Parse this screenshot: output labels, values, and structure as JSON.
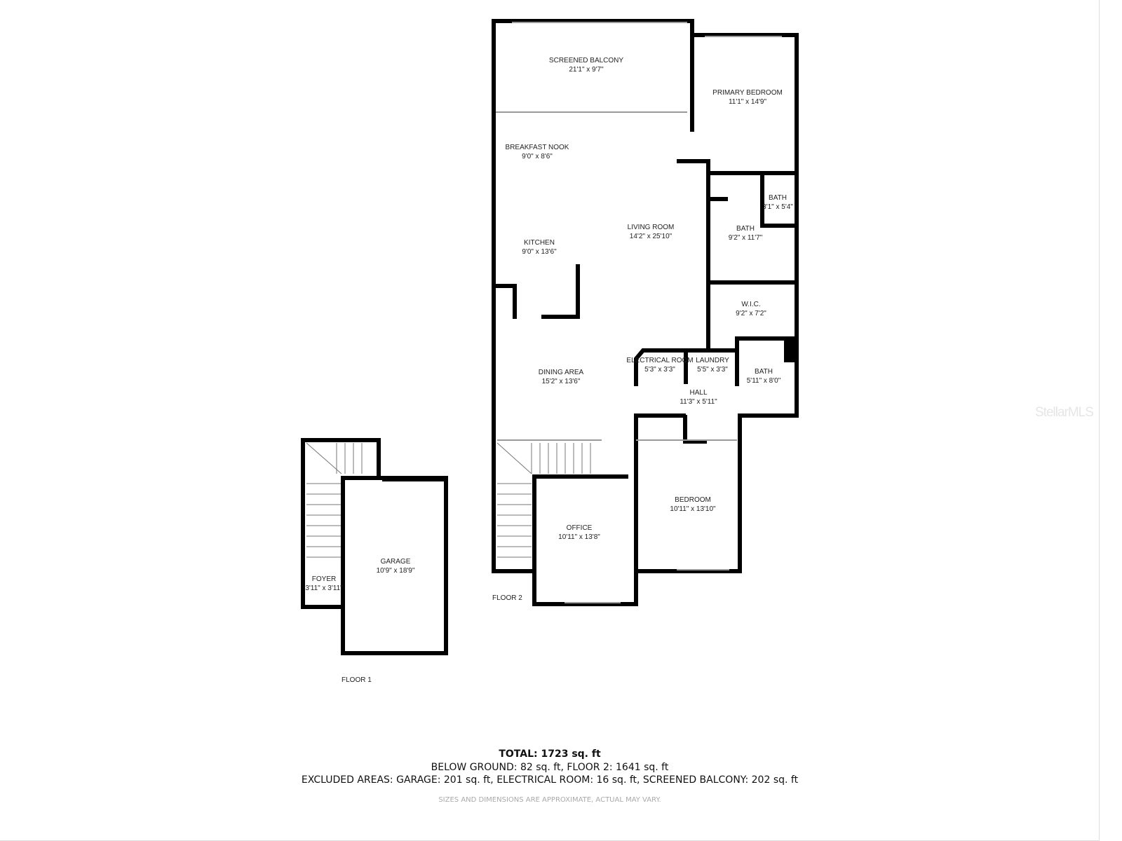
{
  "rooms": [
    {
      "name": "SCREENED BALCONY",
      "dims": "21'1\" x 9'7\""
    },
    {
      "name": "PRIMARY BEDROOM",
      "dims": "11'1\" x 14'9\""
    },
    {
      "name": "BREAKFAST NOOK",
      "dims": "9'0\" x 8'6\""
    },
    {
      "name": "KITCHEN",
      "dims": "9'0\" x 13'6\""
    },
    {
      "name": "LIVING ROOM",
      "dims": "14'2\" x 25'10\""
    },
    {
      "name": "BATH",
      "dims": "3'1\" x 5'4\""
    },
    {
      "name": "BATH",
      "dims": "9'2\" x 11'7\""
    },
    {
      "name": "W.I.C.",
      "dims": "9'2\" x 7'2\""
    },
    {
      "name": "ELECTRICAL ROOM",
      "dims": "5'3\" x 3'3\""
    },
    {
      "name": "LAUNDRY",
      "dims": "5'5\" x 3'3\""
    },
    {
      "name": "BATH",
      "dims": "5'11\" x 8'0\""
    },
    {
      "name": "HALL",
      "dims": "11'3\" x 5'11\""
    },
    {
      "name": "DINING AREA",
      "dims": "15'2\" x 13'6\""
    },
    {
      "name": "BEDROOM",
      "dims": "10'11\" x 13'10\""
    },
    {
      "name": "OFFICE",
      "dims": "10'11\" x 13'8\""
    },
    {
      "name": "GARAGE",
      "dims": "10'9\" x 18'9\""
    },
    {
      "name": "FOYER",
      "dims": "3'11\" x 3'11\""
    }
  ],
  "floors": {
    "floor2": "FLOOR 2",
    "floor1": "FLOOR 1"
  },
  "summary": {
    "total": "TOTAL: 1723 sq. ft",
    "below": "BELOW GROUND: 82 sq. ft, FLOOR 2: 1641 sq. ft",
    "excluded": "EXCLUDED AREAS: GARAGE: 201 sq. ft, ELECTRICAL ROOM: 16 sq. ft, SCREENED BALCONY: 202 sq. ft",
    "note": "SIZES AND DIMENSIONS ARE APPROXIMATE, ACTUAL MAY VARY."
  },
  "watermark": "StellarMLS"
}
